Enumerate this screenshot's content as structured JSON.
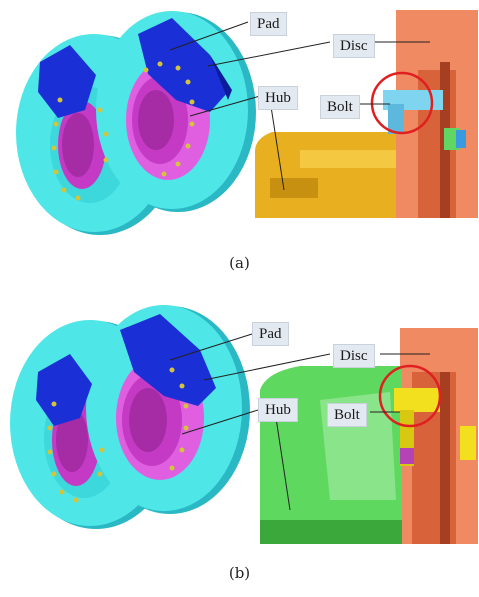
{
  "panel_a": {
    "caption": "(a)",
    "labels": {
      "pad": "Pad",
      "disc": "Disc",
      "hub": "Hub",
      "bolt": "Bolt"
    }
  },
  "panel_b": {
    "caption": "(b)",
    "labels": {
      "pad": "Pad",
      "disc": "Disc",
      "hub": "Hub",
      "bolt": "Bolt"
    }
  },
  "colors": {
    "disc_cyan": "#4ee6e6",
    "disc_edge": "#2ab8c4",
    "pad_blue": "#1a2fd6",
    "hub_magenta": "#d64ad6",
    "hub_orange": "#e8b020",
    "hub_green": "#5fd85f",
    "disc_section_orange": "#f08a62",
    "bolt_cyan": "#7fd4f0",
    "bolt_yellow": "#f2e01e",
    "highlight_red": "#e02020",
    "label_bg": "#e3e9f0"
  }
}
